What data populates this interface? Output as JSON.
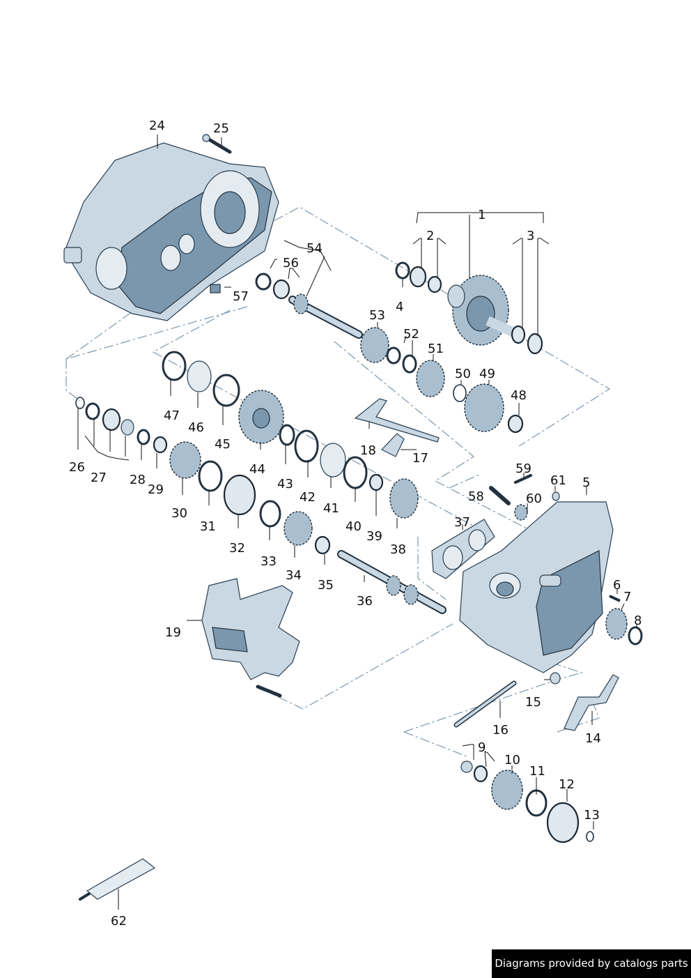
{
  "labels": [
    "1",
    "2",
    "3",
    "4",
    "5",
    "6",
    "7",
    "8",
    "9",
    "10",
    "11",
    "12",
    "13",
    "14",
    "15",
    "16",
    "17",
    "18",
    "19",
    "24",
    "25",
    "26",
    "27",
    "28",
    "29",
    "30",
    "31",
    "32",
    "33",
    "34",
    "35",
    "36",
    "37",
    "38",
    "39",
    "40",
    "41",
    "42",
    "43",
    "44",
    "45",
    "46",
    "47",
    "48",
    "49",
    "50",
    "51",
    "52",
    "53",
    "54",
    "56",
    "57",
    "58",
    "59",
    "60",
    "61",
    "62"
  ],
  "credit": "Diagrams provided by catalogs parts",
  "colors": {
    "part_fill": "#c9d8e3",
    "part_shadow": "#7b97ad",
    "outline": "#22313f",
    "dash_line": "#7d96ad",
    "label": "#111111"
  }
}
